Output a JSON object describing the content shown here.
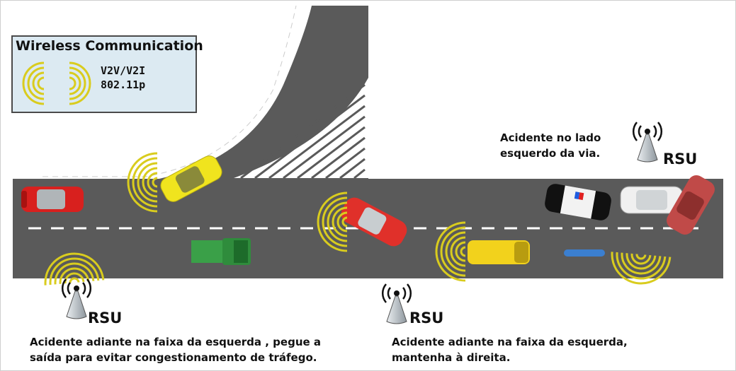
{
  "legend": {
    "title": "Wireless Communication",
    "protocol_line1": "V2V/V2I",
    "protocol_line2": "802.11p"
  },
  "rsu": {
    "label": "RSU"
  },
  "messages": {
    "left_line1": "Acidente adiante na faixa da esquerda , pegue a",
    "left_line2": "saída para evitar congestionamento de tráfego.",
    "middle_line1": "Acidente adiante na faixa da esquerda,",
    "middle_line2": "mantenha à direita.",
    "right_line1": "Acidente no lado",
    "right_line2": "esquerdo da via."
  },
  "colors": {
    "road": "#5a5a5a",
    "lane_mark": "#ffffff",
    "signal": "#d9cc1e",
    "legend_bg": "#dceaf2"
  },
  "vehicles": [
    "red-car",
    "yellow-car-ramp",
    "green-truck",
    "red-car-middle",
    "yellow-van",
    "blue-motorbike",
    "police-car",
    "white-car",
    "crashed-red-car"
  ]
}
